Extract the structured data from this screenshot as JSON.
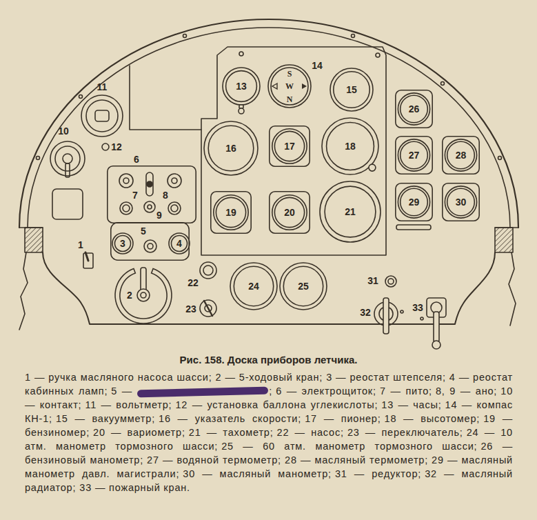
{
  "diagram": {
    "caption": "Рис. 158. Доска приборов летчика.",
    "nodes": [
      {
        "text": [
          "13"
        ]
      },
      {
        "text": [
          "14",
          "S",
          "W",
          "N"
        ]
      },
      {
        "text": [
          "15"
        ]
      },
      {
        "text": [
          "6",
          "7",
          "8",
          "9"
        ]
      },
      {
        "text": [
          "16"
        ]
      },
      {
        "text": [
          "17"
        ]
      },
      {
        "text": [
          "18"
        ]
      },
      {
        "text": [
          "26"
        ]
      },
      {
        "text": [
          "27"
        ]
      },
      {
        "text": [
          "28"
        ]
      },
      {
        "text": [
          "19"
        ]
      },
      {
        "text": [
          "20"
        ]
      },
      {
        "text": [
          "21"
        ]
      },
      {
        "text": [
          "29"
        ]
      },
      {
        "text": [
          "30"
        ]
      },
      {
        "text": [
          "5"
        ]
      },
      {
        "text": [
          "3"
        ],
        "in": 15
      },
      {
        "text": [
          "4"
        ],
        "in": 15
      },
      {
        "text": [
          "2"
        ]
      },
      {
        "text": [
          "24"
        ]
      },
      {
        "text": [
          "25"
        ]
      }
    ],
    "labels": [
      "11",
      "12",
      "10",
      "1",
      "22",
      "23",
      "31",
      "32",
      "33",
      "1 — ручка масляного насоса шасси;",
      "2 — 5-ходовый кран;",
      "3 — реостат штепселя;",
      "4 — реостат кабинных ламп;",
      "5 —",
      ";",
      "6 — электрощиток;",
      "7 — пито;",
      "8, 9 — ано;",
      "10 — контакт;",
      "11 — вольтметр;",
      "12 — установка баллона углекислоты;",
      "13 — часы;",
      "14 — компас КН-1;",
      "15 — вакуумметр;",
      "16 — указатель скорости;",
      "17 — пионер;",
      "18 — высотомер;",
      "19 — бензиномер;",
      "20 — вариометр;",
      "21 — тахометр;",
      "22 — насос;",
      "23 — переключатель;",
      "24 — 10 атм. манометр тормозного шасси;",
      "25 — 60 атм. манометр тормозного шасси;",
      "26 — бензиновый манометр;",
      "27 — водяной термометр;",
      "28 — масляный термометр;",
      "29 — масляный манометр давл. магистрали;",
      "30 — масляный манометр;",
      "31 — редуктор;",
      "32 — масляный радиатор;",
      "33 — пожарный кран."
    ]
  }
}
